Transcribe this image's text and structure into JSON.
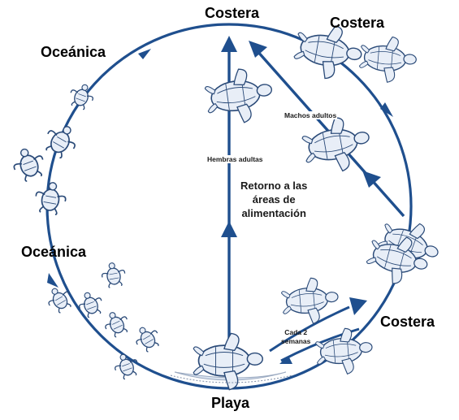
{
  "labels": {
    "top_costera": "Costera",
    "top_right_costera": "Costera",
    "top_left_oceanica": "Oceánica",
    "left_oceanica": "Oceánica",
    "right_costera": "Costera",
    "bottom_playa": "Playa",
    "hembras": "Hembras adultas",
    "machos": "Machos adultos",
    "retorno": "Retorno a las\náreas de\nalimentación",
    "cada2": "Cada 2\nsemanas"
  },
  "icons": {
    "turtle": "sea-turtle-icon",
    "hatchling": "hatchling-turtle-icon",
    "nest": "nesting-turtle-icon"
  },
  "colors": {
    "arrow": "#1f4f8e",
    "turtle_stroke": "#2a4a78",
    "turtle_fill": "#e8eef7"
  }
}
